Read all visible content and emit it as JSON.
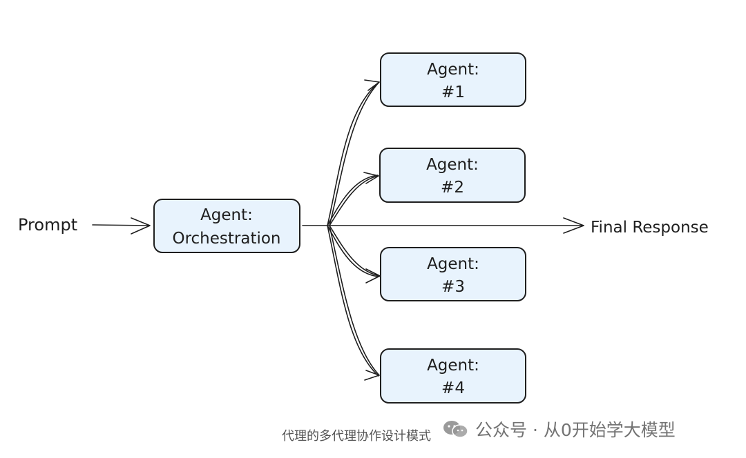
{
  "colors": {
    "node_fill": "#e8f3fd",
    "stroke": "#1e1e1e",
    "background": "#ffffff",
    "caption": "#555555"
  },
  "diagram": {
    "input_label": "Prompt",
    "output_label": "Final Response",
    "orchestrator": {
      "line1": "Agent:",
      "line2": "Orchestration"
    },
    "agents": [
      {
        "line1": "Agent:",
        "line2": "#1"
      },
      {
        "line1": "Agent:",
        "line2": "#2"
      },
      {
        "line1": "Agent:",
        "line2": "#3"
      },
      {
        "line1": "Agent:",
        "line2": "#4"
      }
    ],
    "edges": [
      {
        "from": "Prompt",
        "to": "Agent: Orchestration"
      },
      {
        "from": "Agent: Orchestration",
        "to": "Agent: #1"
      },
      {
        "from": "Agent: Orchestration",
        "to": "Agent: #2"
      },
      {
        "from": "Agent: Orchestration",
        "to": "Agent: #3"
      },
      {
        "from": "Agent: Orchestration",
        "to": "Agent: #4"
      },
      {
        "from": "Agent: Orchestration",
        "to": "Final Response"
      }
    ]
  },
  "caption": "代理的多代理协作设计模式",
  "watermark": {
    "icon": "wechat-logo-icon",
    "text": "公众号 · 从0开始学大模型"
  }
}
